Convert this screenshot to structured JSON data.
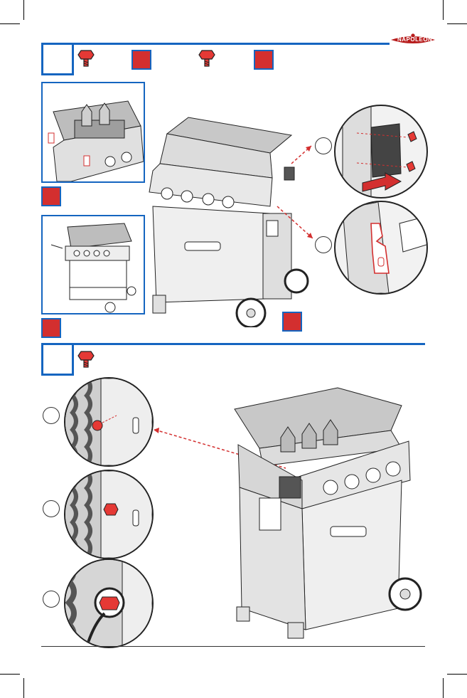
{
  "brand": {
    "logo_text": "NAPOLEON"
  },
  "colors": {
    "accent_blue": "#1565c0",
    "highlight_red": "#d32f2f",
    "line": "#222222"
  },
  "step1": {
    "icons": [
      "bolt-icon",
      "red-square-marker",
      "bolt-icon",
      "red-square-marker"
    ]
  },
  "step2": {
    "icons": [
      "bolt-icon"
    ]
  }
}
